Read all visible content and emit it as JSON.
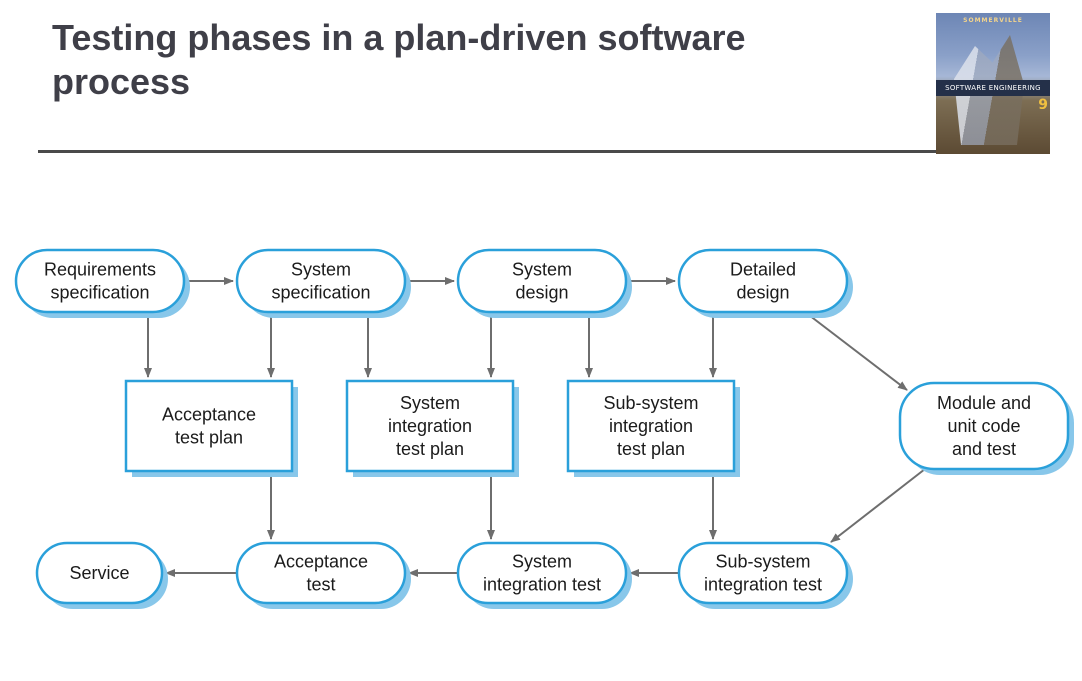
{
  "slide": {
    "title": "Testing phases in a plan-driven software process"
  },
  "book_cover": {
    "author": "SOMMERVILLE",
    "title": "SOFTWARE ENGINEERING",
    "edition": "9"
  },
  "diagram": {
    "colors": {
      "node_fill": "#ffffff",
      "node_border": "#2aa0da",
      "shadow": "#88c7ea",
      "arrow": "#6e6e6e"
    },
    "nodes": [
      {
        "id": "req-spec",
        "shape": "rounded",
        "lines": [
          "Requirements",
          "specification"
        ]
      },
      {
        "id": "sys-spec",
        "shape": "rounded",
        "lines": [
          "System",
          "specification"
        ]
      },
      {
        "id": "sys-design",
        "shape": "rounded",
        "lines": [
          "System",
          "design"
        ]
      },
      {
        "id": "det-design",
        "shape": "rounded",
        "lines": [
          "Detailed",
          "design"
        ]
      },
      {
        "id": "acc-plan",
        "shape": "rect",
        "lines": [
          "Acceptance",
          "test plan"
        ]
      },
      {
        "id": "sit-plan",
        "shape": "rect",
        "lines": [
          "System",
          "integration",
          "test plan"
        ]
      },
      {
        "id": "ssit-plan",
        "shape": "rect",
        "lines": [
          "Sub-system",
          "integration",
          "test plan"
        ]
      },
      {
        "id": "module",
        "shape": "rounded",
        "lines": [
          "Module and",
          "unit code",
          "and test"
        ]
      },
      {
        "id": "service",
        "shape": "rounded",
        "lines": [
          "Service"
        ]
      },
      {
        "id": "acc-test",
        "shape": "rounded",
        "lines": [
          "Acceptance",
          "test"
        ]
      },
      {
        "id": "sit-test",
        "shape": "rounded",
        "lines": [
          "System",
          "integration test"
        ]
      },
      {
        "id": "ssit-test",
        "shape": "rounded",
        "lines": [
          "Sub-system",
          "integration test"
        ]
      }
    ],
    "edges": [
      {
        "from": "req-spec",
        "to": "sys-spec"
      },
      {
        "from": "sys-spec",
        "to": "sys-design"
      },
      {
        "from": "sys-design",
        "to": "det-design"
      },
      {
        "from": "req-spec",
        "to": "acc-plan"
      },
      {
        "from": "sys-spec",
        "to": "acc-plan"
      },
      {
        "from": "sys-spec",
        "to": "sit-plan"
      },
      {
        "from": "sys-design",
        "to": "sit-plan"
      },
      {
        "from": "sys-design",
        "to": "ssit-plan"
      },
      {
        "from": "det-design",
        "to": "ssit-plan"
      },
      {
        "from": "det-design",
        "to": "module"
      },
      {
        "from": "module",
        "to": "ssit-test"
      },
      {
        "from": "acc-plan",
        "to": "acc-test"
      },
      {
        "from": "sit-plan",
        "to": "sit-test"
      },
      {
        "from": "ssit-plan",
        "to": "ssit-test"
      },
      {
        "from": "ssit-test",
        "to": "sit-test"
      },
      {
        "from": "sit-test",
        "to": "acc-test"
      },
      {
        "from": "acc-test",
        "to": "service"
      }
    ]
  }
}
